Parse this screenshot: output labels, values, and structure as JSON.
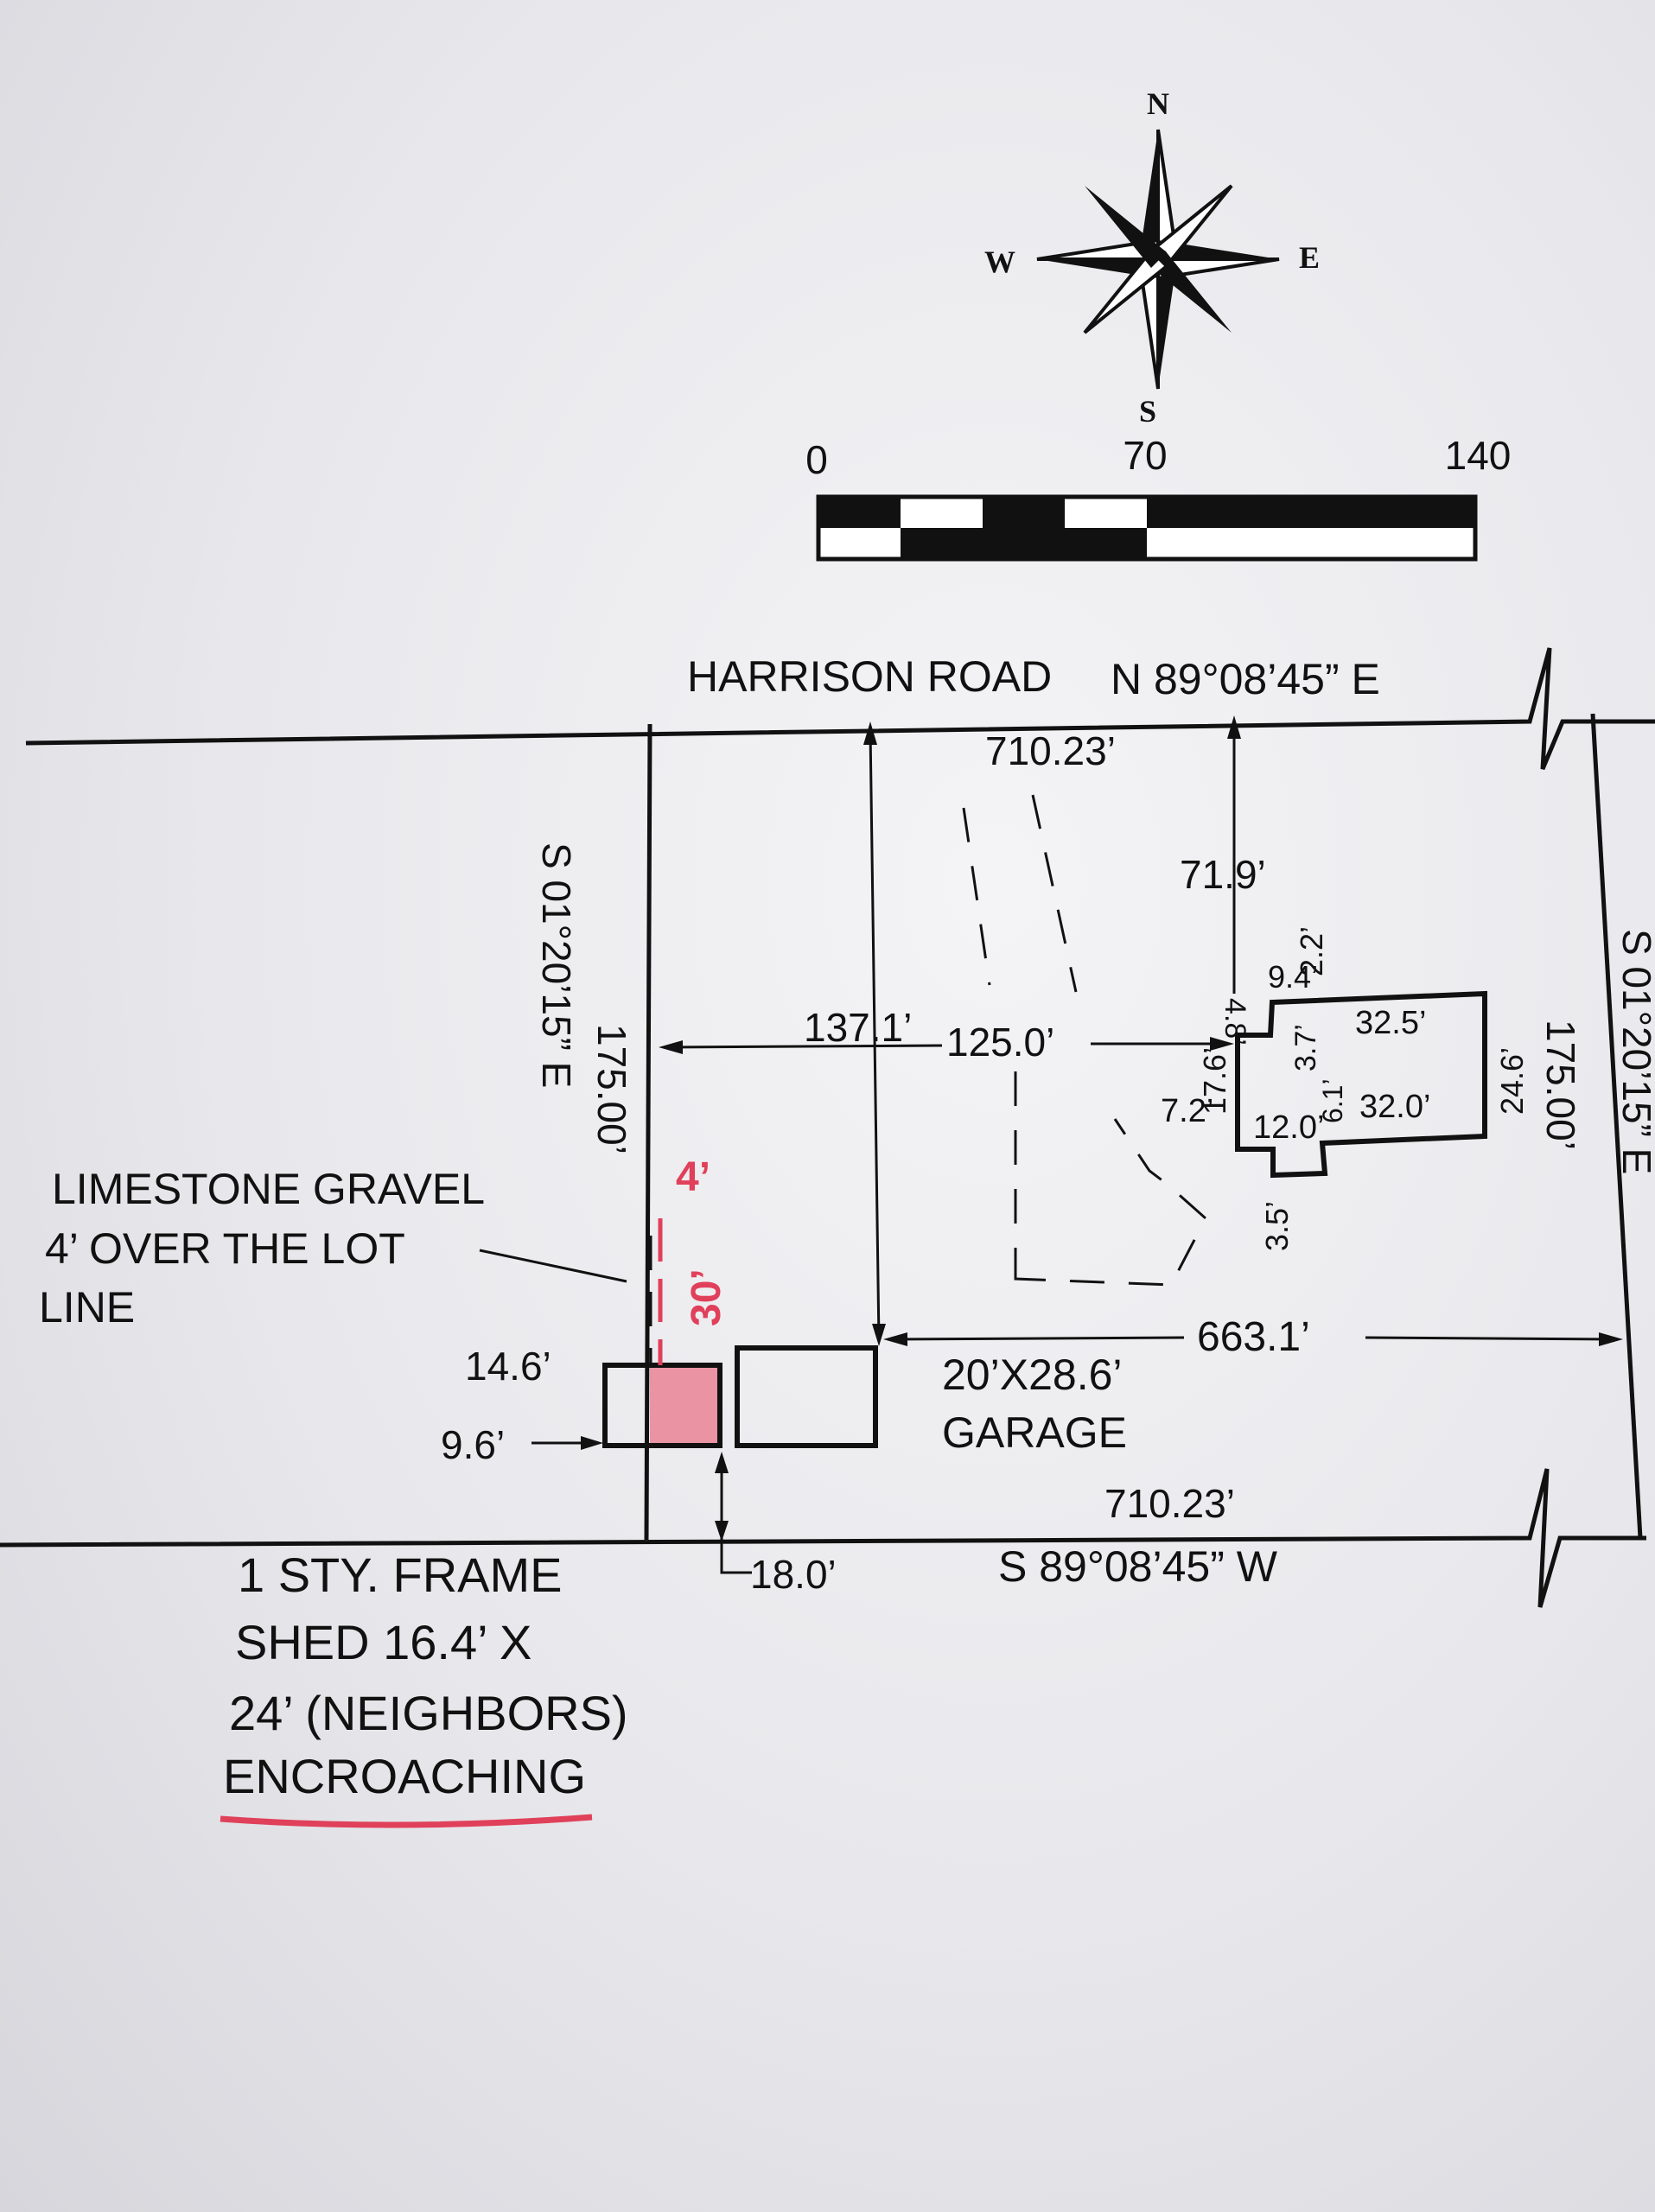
{
  "compass": {
    "n": "N",
    "s": "S",
    "e": "E",
    "w": "W"
  },
  "scale_bar": {
    "labels": [
      "0",
      "70",
      "140"
    ]
  },
  "road": {
    "name": "HARRISON ROAD",
    "north_bearing": "N 89°08’45” E",
    "south_bearing": "S 89°08’45” W"
  },
  "dimensions": {
    "north_line": "710.23’",
    "south_line": "710.23’",
    "west_line": "175.00’",
    "west_bearing": "S 01°20’15” E",
    "east_line": "175.00’",
    "east_bearing": "S 01°20’15” E",
    "house_to_road": "71.9’",
    "west_to_center": "137.1’",
    "center_to_house": "125.0’",
    "garage_to_east": "663.1’",
    "shed_top": "14.6’",
    "shed_bottom": "9.6’",
    "shed_to_south": "18.0’"
  },
  "house": {
    "labels": [
      "4.8’",
      "9.4’",
      "2.2’",
      "32.5’",
      "24.6’",
      "17.6’",
      "3.7’",
      "7.2’",
      "12.0’",
      "6.1’",
      "32.0’",
      "3.5’"
    ]
  },
  "garage": {
    "line1": "20’X28.6’",
    "line2": "GARAGE"
  },
  "gravel_note": {
    "line1": "LIMESTONE  GRAVEL",
    "line2": "4’  OVER  THE  LOT",
    "line3": "LINE"
  },
  "shed_note": {
    "line1": "1  STY.  FRAME",
    "line2": "SHED  16.4’  X",
    "line3": "24’  (NEIGHBORS)",
    "line4": "ENCROACHING"
  },
  "red_marks": {
    "gravel_width": "4’",
    "gravel_length": "30’"
  },
  "colors": {
    "ink": "#111111",
    "red_pen": "#e0405a",
    "paper": "#eeeef1"
  }
}
